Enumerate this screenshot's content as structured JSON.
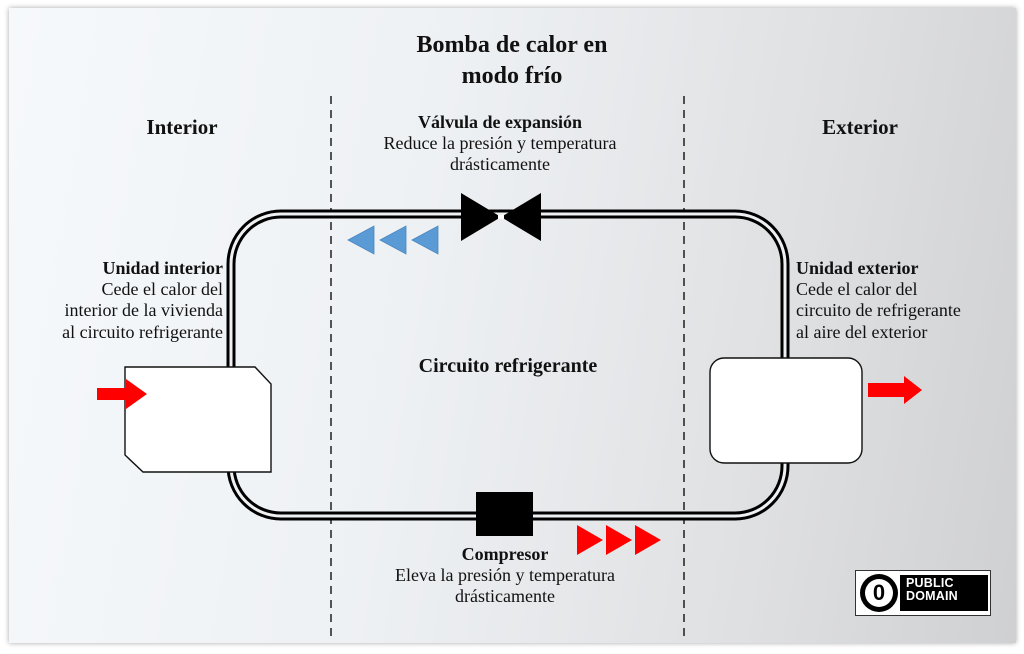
{
  "title": {
    "line1": "Bomba de calor en",
    "line2": "modo frío"
  },
  "zones": {
    "interior": "Interior",
    "exterior": "Exterior"
  },
  "expansion_valve": {
    "heading": "Válvula de expansión",
    "line1": "Reduce la presión y temperatura",
    "line2": "drásticamente"
  },
  "indoor_unit": {
    "heading": "Unidad interior",
    "line1": "Cede el calor del",
    "line2": "interior de la vivienda",
    "line3": "al circuito refrigerante"
  },
  "outdoor_unit": {
    "heading": "Unidad exterior",
    "line1": "Cede el calor del",
    "line2": "circuito de refrigerante",
    "line3": "al aire del exterior"
  },
  "circuit_label": "Circuito refrigerante",
  "compressor": {
    "heading": "Compresor",
    "line1": "Eleva la presión y temperatura",
    "line2": "drásticamente"
  },
  "badge": {
    "line1": "PUBLIC",
    "line2": "DOMAIN",
    "symbol": "0"
  },
  "colors": {
    "cold_flow": "#5b9bd5",
    "hot_flow": "#ff0000",
    "pipe": "#000000"
  },
  "icons": {
    "cold_flow_arrows": "triangle-left x3",
    "hot_flow_arrows": "triangle-right x3",
    "heat_in_arrow": "arrow-right",
    "heat_out_arrow": "arrow-right",
    "expansion_valve": "bowtie-valve",
    "compressor": "black-square",
    "public_domain": "cc-zero"
  }
}
